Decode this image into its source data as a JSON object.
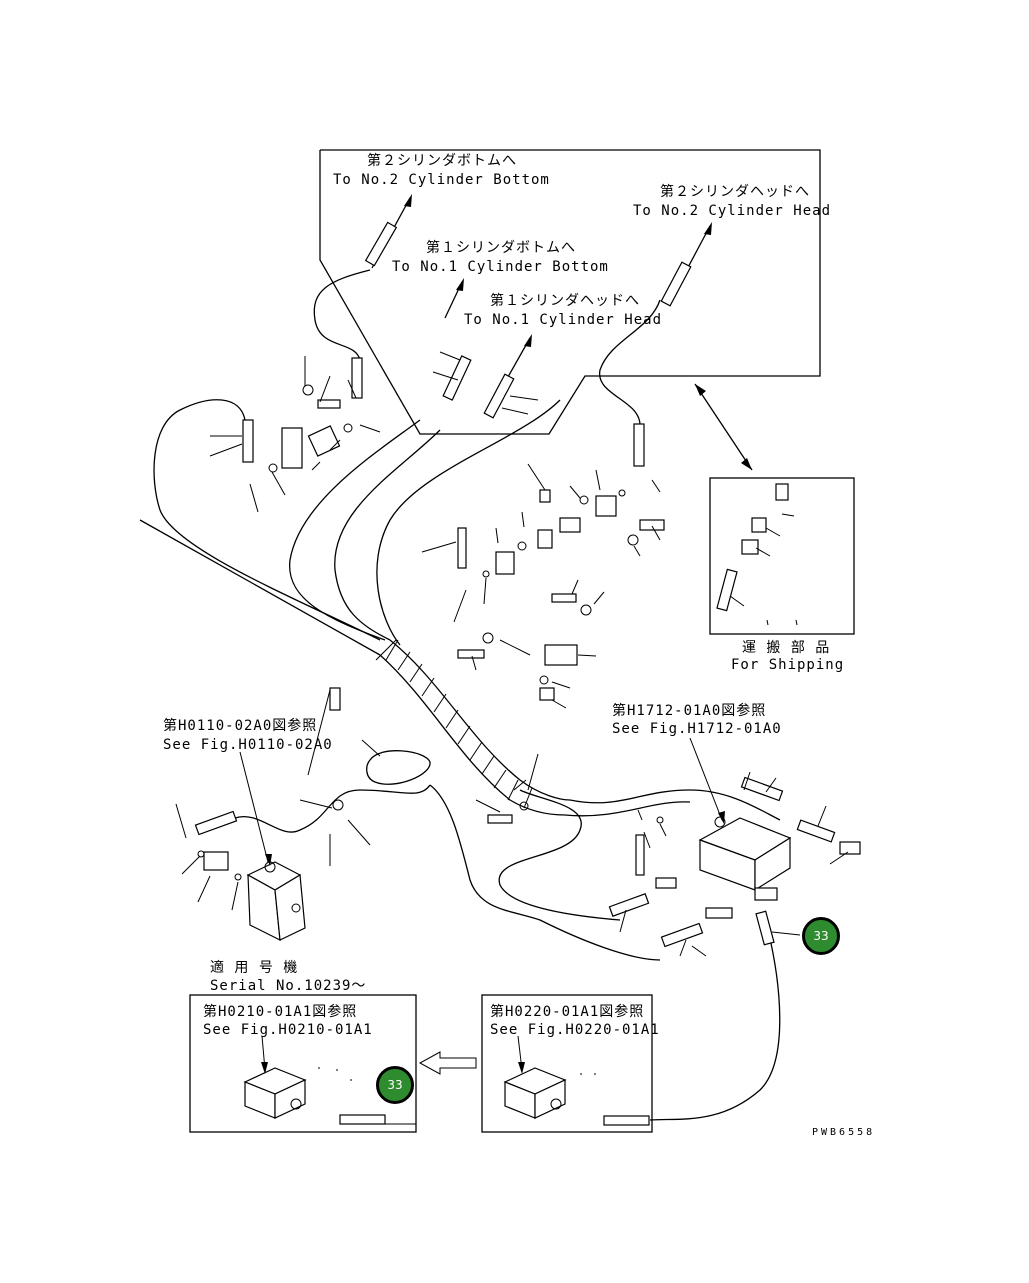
{
  "labels": {
    "cyl2_bottom_jp": "第２シリンダボトムへ",
    "cyl2_bottom_en": "To No.2 Cylinder Bottom",
    "cyl2_head_jp": "第２シリンダヘッドへ",
    "cyl2_head_en": "To No.2 Cylinder Head",
    "cyl1_bottom_jp": "第１シリンダボトムへ",
    "cyl1_bottom_en": "To No.1 Cylinder Bottom",
    "cyl1_head_jp": "第１シリンダヘッドへ",
    "cyl1_head_en": "To No.1 Cylinder Head",
    "shipping_jp": "運 搬 部 品",
    "shipping_en": "For Shipping",
    "ref_h0110_jp": "第H0110-02A0図参照",
    "ref_h0110_en": "See Fig.H0110-02A0",
    "ref_h1712_jp": "第H1712-01A0図参照",
    "ref_h1712_en": "See Fig.H1712-01A0",
    "applicable_jp": "適 用 号 機",
    "serial_en": "Serial No.10239～",
    "ref_h0210_jp": "第H0210-01A1図参照",
    "ref_h0210_en": "See Fig.H0210-01A1",
    "ref_h0220_jp": "第H0220-01A1図参照",
    "ref_h0220_en": "See Fig.H0220-01A1",
    "drawing_code": "PWB6558"
  },
  "callouts": [
    {
      "id": "main",
      "number": "33"
    },
    {
      "id": "inset",
      "number": "33"
    }
  ],
  "colors": {
    "badge_fill": "#2e8b2e",
    "ink": "#000000",
    "background": "#ffffff"
  }
}
